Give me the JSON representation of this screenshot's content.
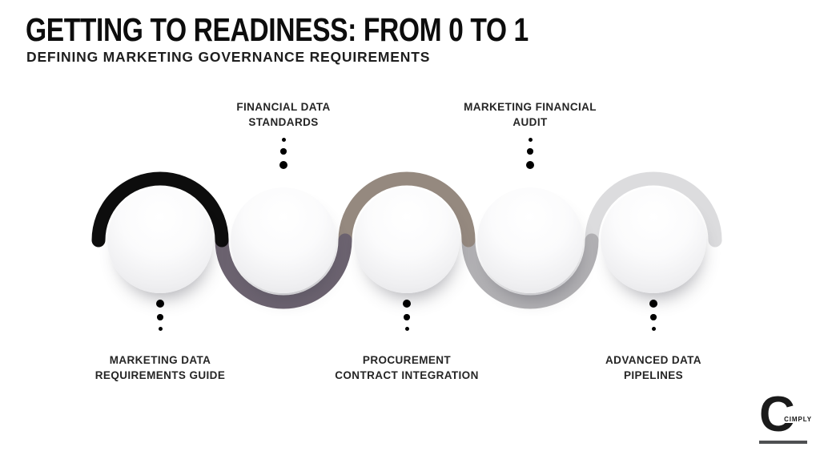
{
  "header": {
    "title": "GETTING TO READINESS: FROM 0 TO 1",
    "subtitle": "DEFINING MARKETING GOVERNANCE REQUIREMENTS"
  },
  "steps": [
    {
      "line1": "MARKETING DATA",
      "line2": "REQUIREMENTS GUIDE",
      "label_position": "below",
      "arc_side": "top",
      "arc_color": "#0d0d0d"
    },
    {
      "line1": "FINANCIAL DATA",
      "line2": "STANDARDS",
      "label_position": "above",
      "arc_side": "bottom",
      "arc_color": "#6c6370"
    },
    {
      "line1": "PROCUREMENT",
      "line2": "CONTRACT INTEGRATION",
      "label_position": "below",
      "arc_side": "top",
      "arc_color": "#95897f"
    },
    {
      "line1": "MARKETING FINANCIAL",
      "line2": "AUDIT",
      "label_position": "above",
      "arc_side": "bottom",
      "arc_color": "#b2b1b4"
    },
    {
      "line1": "ADVANCED DATA",
      "line2": "PIPELINES",
      "label_position": "below",
      "arc_side": "top",
      "arc_color": "#dcdcde"
    }
  ],
  "logo": {
    "monogram": "C",
    "wordmark": "CIMPLY"
  },
  "colors": {
    "background": "#ffffff",
    "text": "#1e1e1e",
    "dots": "#000000"
  }
}
